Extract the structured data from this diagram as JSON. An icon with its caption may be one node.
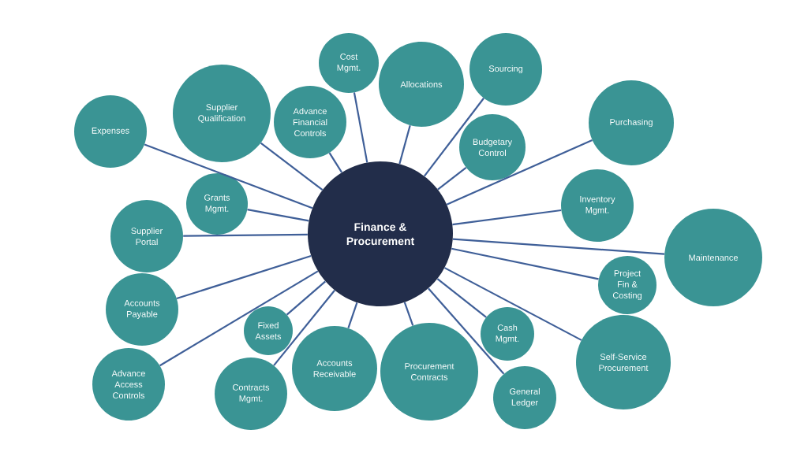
{
  "diagram": {
    "nodes": [
      {
        "text": [
          "Finance & Procurement"
        ]
      },
      {
        "text": [
          "Cost Mgmt."
        ]
      },
      {
        "text": [
          "Allocations"
        ]
      },
      {
        "text": [
          "Sourcing"
        ]
      },
      {
        "text": [
          "Expenses"
        ]
      },
      {
        "text": [
          "Supplier Qualification"
        ]
      },
      {
        "text": [
          "Advance Financial Controls"
        ]
      },
      {
        "text": [
          "Budgetary Control"
        ]
      },
      {
        "text": [
          "Purchasing"
        ]
      },
      {
        "text": [
          "Grants Mgmt."
        ]
      },
      {
        "text": [
          "Inventory Mgmt."
        ]
      },
      {
        "text": [
          "Supplier Portal"
        ]
      },
      {
        "text": [
          "Maintenance"
        ]
      },
      {
        "text": [
          "Project Fin & Costing"
        ]
      },
      {
        "text": [
          "Accounts Payable"
        ]
      },
      {
        "text": [
          "Fixed Assets"
        ]
      },
      {
        "text": [
          "Cash Mgmt."
        ]
      },
      {
        "text": [
          "Self-Service Procurement"
        ]
      },
      {
        "text": [
          "Advance Access Controls"
        ]
      },
      {
        "text": [
          "Contracts Mgmt."
        ]
      },
      {
        "text": [
          "Accounts Receivable"
        ]
      },
      {
        "text": [
          "Procurement Contracts"
        ]
      },
      {
        "text": [
          "General Ledger"
        ]
      }
    ],
    "edges": [
      {
        "from": 0,
        "to": 1,
        "arrow": "none"
      },
      {
        "from": 0,
        "to": 2,
        "arrow": "none"
      },
      {
        "from": 0,
        "to": 3,
        "arrow": "none"
      },
      {
        "from": 0,
        "to": 4,
        "arrow": "none"
      },
      {
        "from": 0,
        "to": 5,
        "arrow": "none"
      },
      {
        "from": 0,
        "to": 6,
        "arrow": "none"
      },
      {
        "from": 0,
        "to": 7,
        "arrow": "none"
      },
      {
        "from": 0,
        "to": 8,
        "arrow": "none"
      },
      {
        "from": 0,
        "to": 9,
        "arrow": "none"
      },
      {
        "from": 0,
        "to": 10,
        "arrow": "none"
      },
      {
        "from": 0,
        "to": 11,
        "arrow": "none"
      },
      {
        "from": 0,
        "to": 12,
        "arrow": "none"
      },
      {
        "from": 0,
        "to": 13,
        "arrow": "none"
      },
      {
        "from": 0,
        "to": 14,
        "arrow": "none"
      },
      {
        "from": 0,
        "to": 15,
        "arrow": "none"
      },
      {
        "from": 0,
        "to": 16,
        "arrow": "none"
      },
      {
        "from": 0,
        "to": 17,
        "arrow": "none"
      },
      {
        "from": 0,
        "to": 18,
        "arrow": "none"
      },
      {
        "from": 0,
        "to": 19,
        "arrow": "none"
      },
      {
        "from": 0,
        "to": 20,
        "arrow": "none"
      },
      {
        "from": 0,
        "to": 21,
        "arrow": "none"
      },
      {
        "from": 0,
        "to": 22,
        "arrow": "none"
      }
    ]
  }
}
